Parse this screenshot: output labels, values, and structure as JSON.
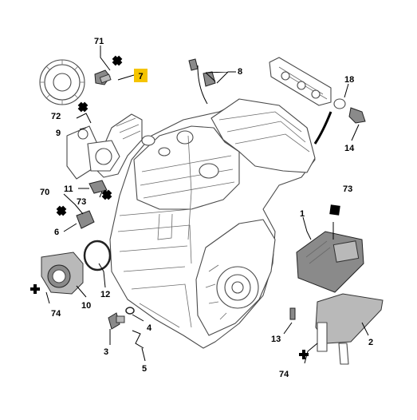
{
  "diagram": {
    "highlight_color": "#f5c400",
    "highlight_label": "7",
    "callouts": {
      "c71": "71",
      "c72": "72",
      "c9": "9",
      "c8": "8",
      "c18": "18",
      "c14": "14",
      "c70": "70",
      "c11": "11",
      "c73a": "73",
      "c6": "6",
      "c12": "12",
      "c10": "10",
      "c74a": "74",
      "c1": "1",
      "c73b": "73",
      "c4": "4",
      "c3": "3",
      "c5": "5",
      "c13": "13",
      "c74b": "74",
      "c2": "2"
    }
  }
}
